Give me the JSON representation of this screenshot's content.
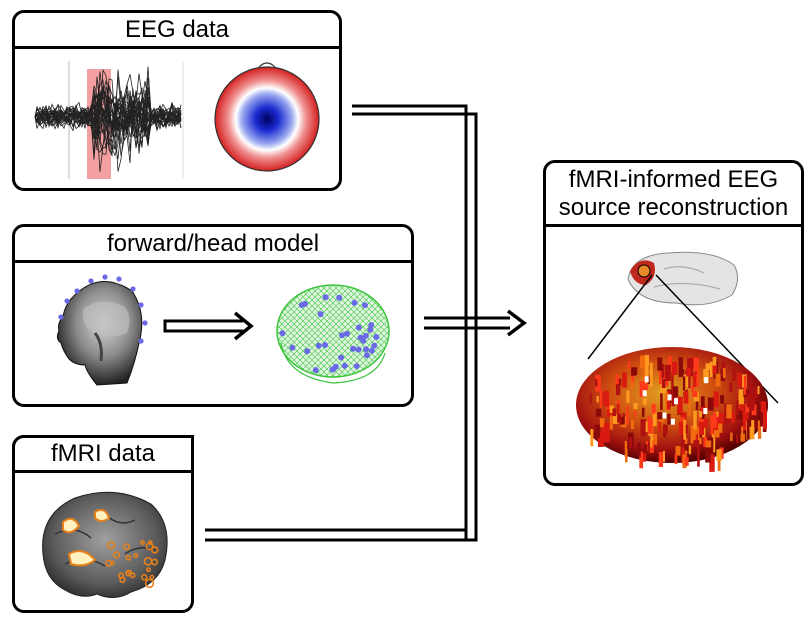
{
  "panels": {
    "eeg": {
      "title": "EEG data"
    },
    "forward": {
      "title": "forward/head model"
    },
    "fmri": {
      "title": "fMRI data"
    },
    "result": {
      "title_line1": "fMRI-informed EEG",
      "title_line2": "source reconstruction"
    }
  },
  "colors": {
    "border": "#000000",
    "highlight": "#f4a0a0",
    "topo_red": "#d42020",
    "topo_blue": "#1a2ad0",
    "mesh_green": "#3cc43c",
    "electrode": "#6a6ae8",
    "activation": "#e8801a"
  },
  "icons": [
    "eeg-waveform-icon",
    "scalp-topography-icon",
    "mri-head-icon",
    "right-arrow-icon",
    "head-mesh-icon",
    "fmri-brain-icon",
    "brain-source-icon",
    "source-zoom-icon"
  ]
}
